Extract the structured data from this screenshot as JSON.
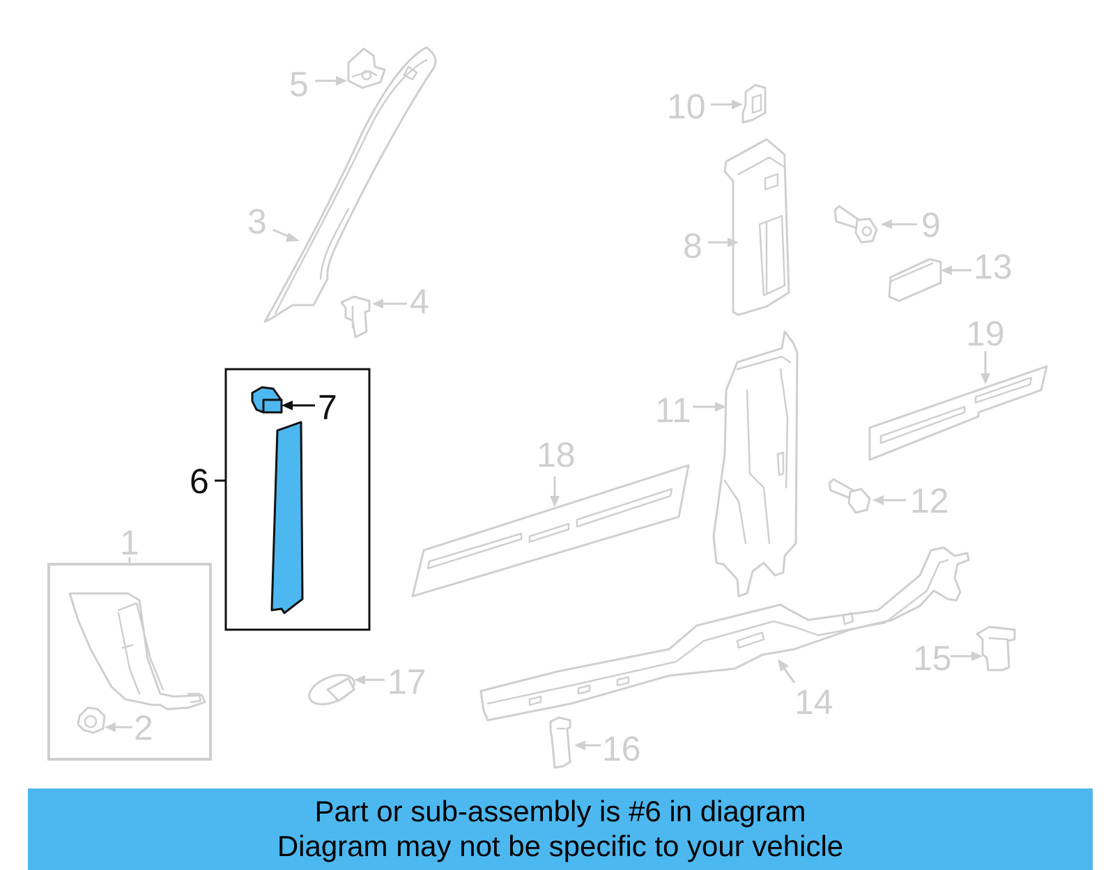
{
  "colors": {
    "highlight": "#4db8f0",
    "part_outline": "#cfcfcf",
    "highlight_outline": "#111111",
    "banner_background": "#4db8f0"
  },
  "callouts": {
    "c1": "1",
    "c2": "2",
    "c3": "3",
    "c4": "4",
    "c5": "5",
    "c6": "6",
    "c7": "7",
    "c8": "8",
    "c9": "9",
    "c10": "10",
    "c11": "11",
    "c12": "12",
    "c13": "13",
    "c14": "14",
    "c15": "15",
    "c16": "16",
    "c17": "17",
    "c18": "18",
    "c19": "19"
  },
  "highlighted_part": "6",
  "banner": {
    "line1": "Part or sub-assembly is #6 in diagram",
    "line2": "Diagram may not be specific to your vehicle"
  }
}
